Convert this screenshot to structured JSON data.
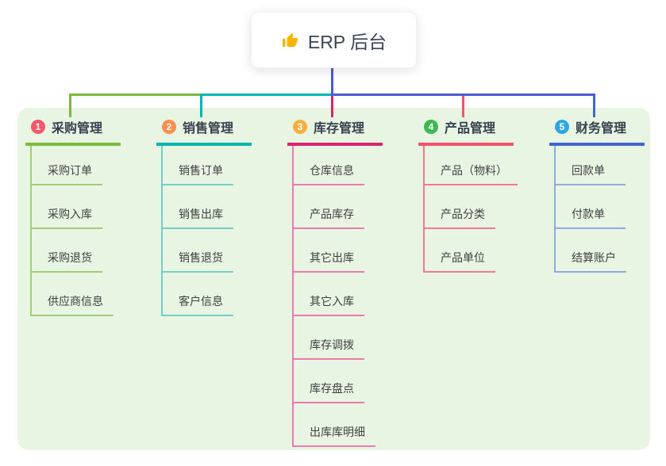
{
  "root": {
    "icon": "thumbs-up-icon",
    "title": "ERP 后台"
  },
  "colors": {
    "page_bg": "#ffffff",
    "panel_bg": "#e9f5e3",
    "root_line": "#4a5ad6",
    "root_text": "#3b4455",
    "icon_color": "#f7b500"
  },
  "branches": [
    {
      "badge": "1",
      "badge_color": "#f4566a",
      "line_color": "#7cba3d",
      "light_line_color": "#a1cd78",
      "title": "采购管理",
      "children": [
        "采购订单",
        "采购入库",
        "采购退货",
        "供应商信息"
      ]
    },
    {
      "badge": "2",
      "badge_color": "#ff8e4f",
      "line_color": "#00b5ad",
      "light_line_color": "#74cfc8",
      "title": "销售管理",
      "children": [
        "销售订单",
        "销售出库",
        "销售退货",
        "客户信息"
      ]
    },
    {
      "badge": "3",
      "badge_color": "#f9ae3d",
      "line_color": "#d6246e",
      "light_line_color": "#ee79b1",
      "title": "库存管理",
      "children": [
        "仓库信息",
        "产品库存",
        "其它出库",
        "其它入库",
        "库存调拨",
        "库存盘点",
        "出库库明细"
      ]
    },
    {
      "badge": "4",
      "badge_color": "#3db852",
      "line_color": "#f4516c",
      "light_line_color": "#f5798e",
      "title": "产品管理",
      "children": [
        "产品（物料）",
        "产品分类",
        "产品单位"
      ]
    },
    {
      "badge": "5",
      "badge_color": "#2fa8e1",
      "line_color": "#4464d0",
      "light_line_color": "#8fa9e2",
      "title": "财务管理",
      "children": [
        "回款单",
        "付款单",
        "结算账户"
      ]
    }
  ]
}
